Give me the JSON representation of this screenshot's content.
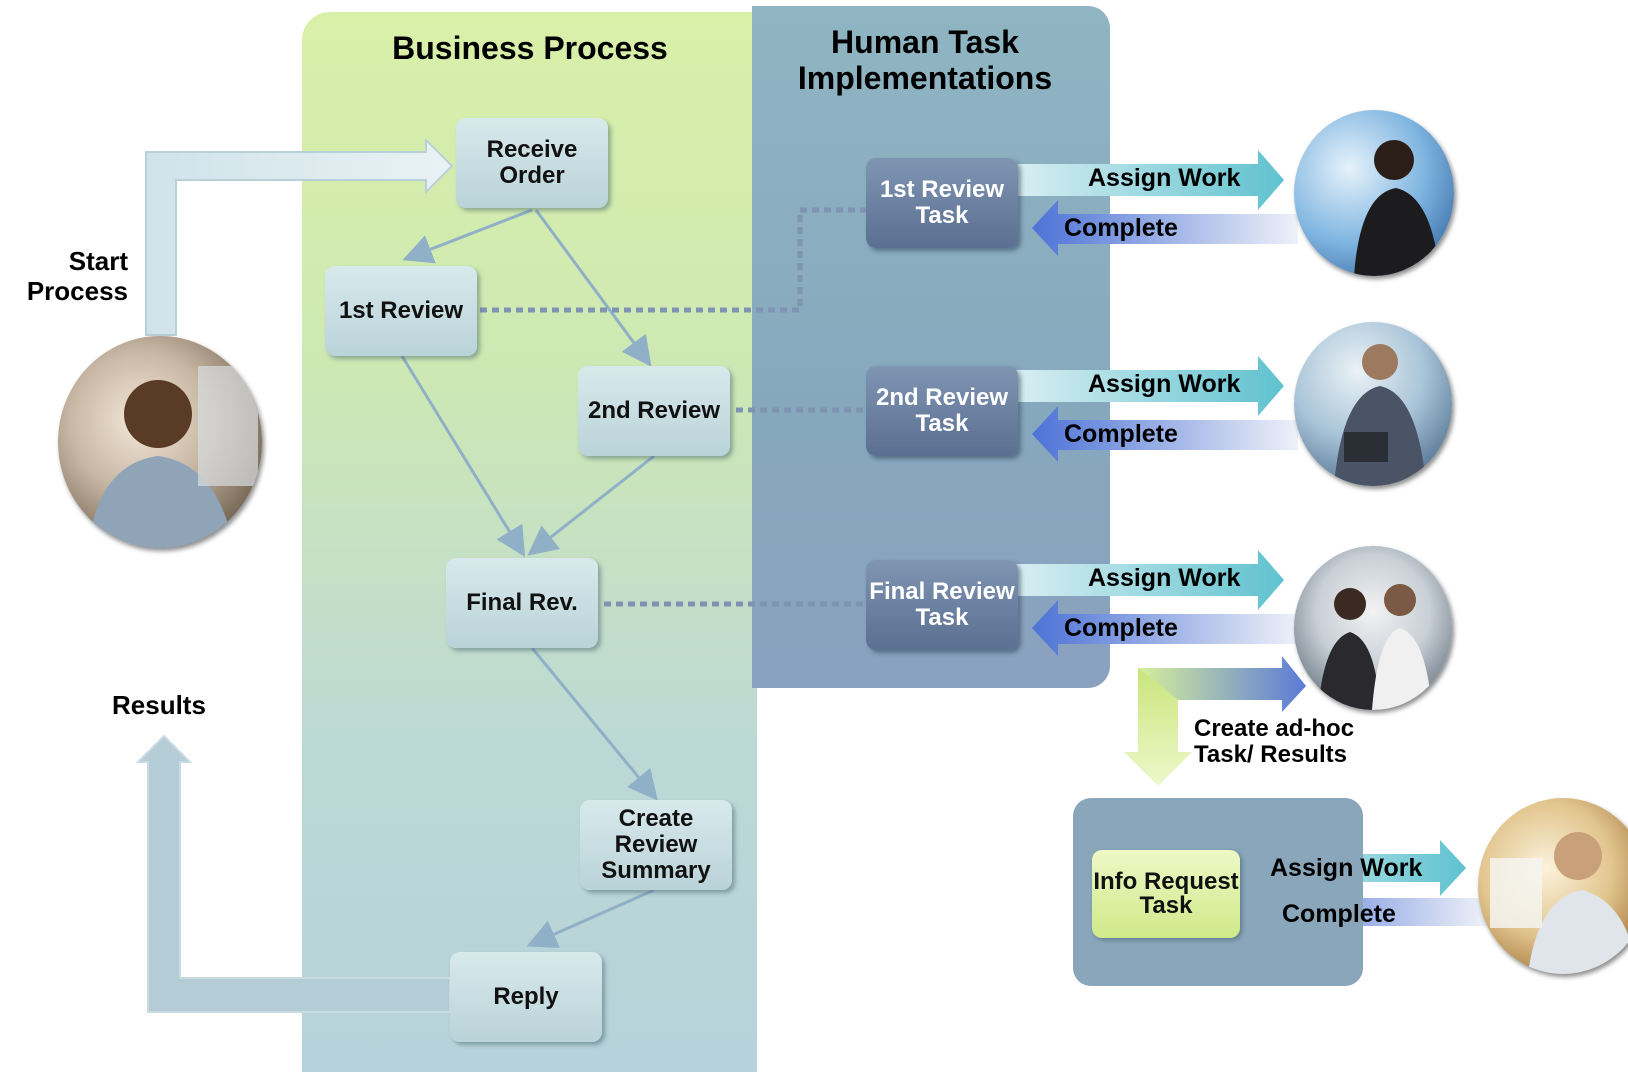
{
  "lanes": {
    "business_process_title": "Business Process",
    "human_task_title": "Human Task Implementations"
  },
  "process_nodes": {
    "receive_order": "Receive Order",
    "first_review": "1st Review",
    "second_review": "2nd Review",
    "final_review": "Final Rev.",
    "create_summary": "Create Review Summary",
    "reply": "Reply"
  },
  "tasks": {
    "first_review_task": "1st Review Task",
    "second_review_task": "2nd Review Task",
    "final_review_task": "Final Review Task",
    "info_request_task": "Info Request Task"
  },
  "labels": {
    "start_process": "Start Process",
    "results": "Results",
    "assign_work": "Assign Work",
    "complete": "Complete",
    "adhoc": "Create ad-hoc Task/ Results"
  },
  "colors": {
    "business_lane": "#cde8b4",
    "human_task_lane": "#86a8bd",
    "assign_arrow": "#6cc5cf",
    "complete_arrow": "#5b7fd4",
    "flow_arrow": "#8fb0c6",
    "dotted_link": "#7f93b3"
  }
}
